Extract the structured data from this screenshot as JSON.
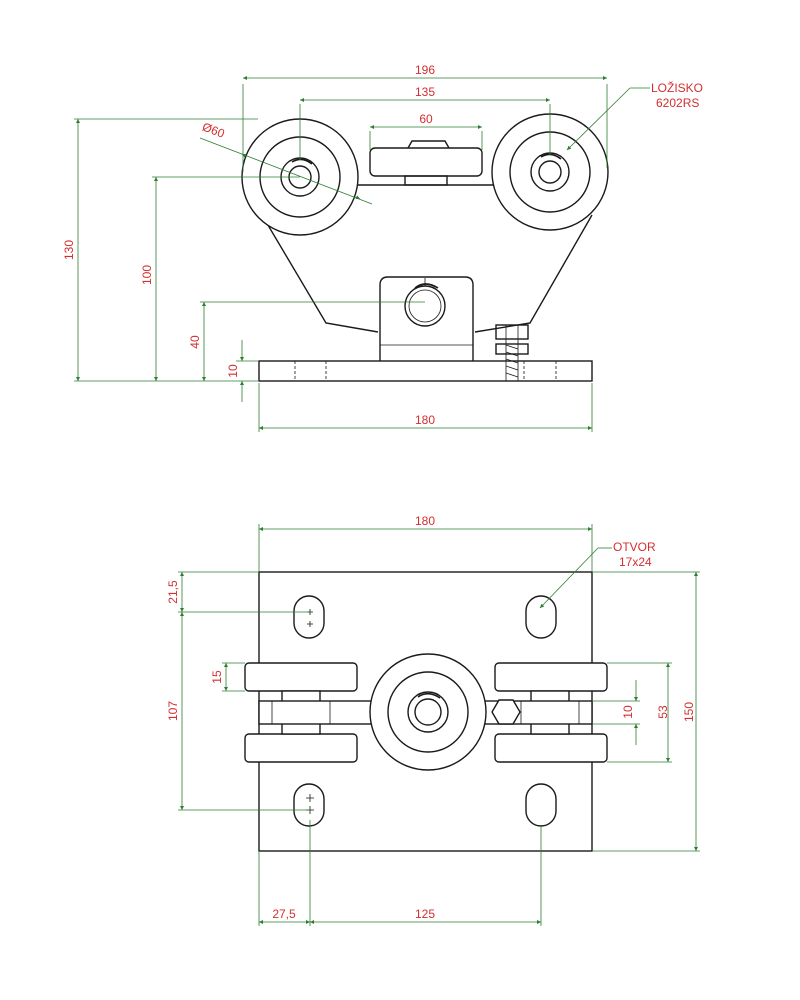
{
  "colors": {
    "outline": "#1a1a1a",
    "dimension_line": "#2e7d32",
    "dimension_text": "#d32f2f"
  },
  "front_view": {
    "dims": {
      "overall_width": "196",
      "wheel_spacing": "135",
      "center_block": "60",
      "wheel_diameter": "Ø60",
      "height_total": "130",
      "height_axle": "100",
      "height_pin": "40",
      "plate_thickness": "10",
      "plate_width": "180"
    },
    "callout_bearing_line1": "LOŽISKO",
    "callout_bearing_line2": "6202RS"
  },
  "top_view": {
    "dims": {
      "plate_width": "180",
      "top_offset": "21,5",
      "slot_spacing_vertical": "107",
      "wheel_width": "15",
      "rail_gap": "10",
      "wheel_span": "53",
      "plate_height": "150",
      "slot_offset": "27,5",
      "slot_spacing_horizontal": "125"
    },
    "callout_hole_line1": "OTVOR",
    "callout_hole_line2": "17x24"
  }
}
